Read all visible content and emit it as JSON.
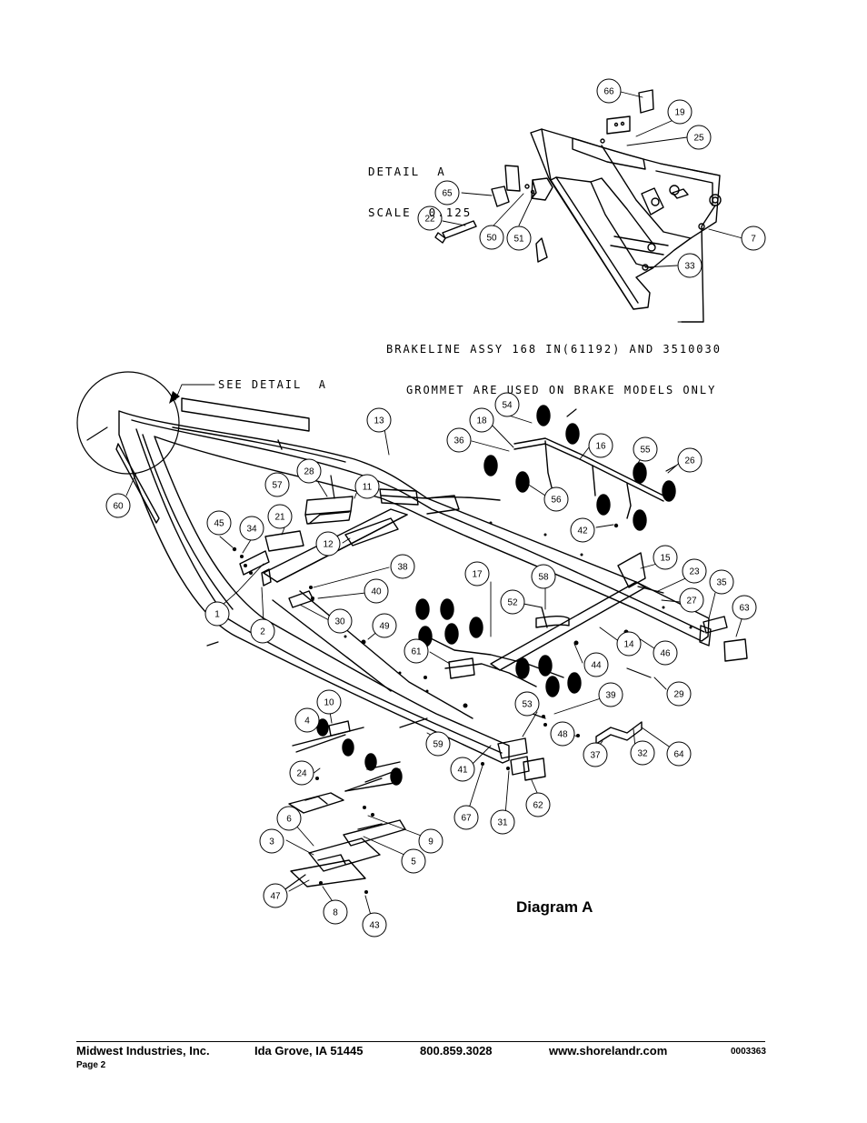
{
  "detail_note": {
    "line1": "DETAIL  A",
    "line2": "SCALE  0.125"
  },
  "brake_note": {
    "line1": "BRAKELINE ASSY 168 IN(61192) AND 3510030",
    "line2": "GROMMET ARE USED ON BRAKE MODELS ONLY"
  },
  "see_detail": "SEE DETAIL  A",
  "diagram_label": "Diagram A",
  "callouts": [
    "66",
    "19",
    "25",
    "65",
    "22",
    "50",
    "51",
    "7",
    "33",
    "60",
    "13",
    "18",
    "54",
    "36",
    "16",
    "55",
    "26",
    "57",
    "28",
    "11",
    "56",
    "42",
    "45",
    "34",
    "21",
    "12",
    "15",
    "23",
    "38",
    "40",
    "17",
    "58",
    "52",
    "35",
    "27",
    "63",
    "1",
    "2",
    "30",
    "49",
    "14",
    "46",
    "61",
    "44",
    "29",
    "39",
    "10",
    "4",
    "53",
    "48",
    "37",
    "32",
    "64",
    "59",
    "24",
    "41",
    "62",
    "67",
    "31",
    "6",
    "9",
    "3",
    "5",
    "47",
    "8",
    "43"
  ],
  "footer": {
    "company": "Midwest Industries, Inc.",
    "location": "Ida Grove, IA  51445",
    "phone": "800.859.3028",
    "website": "www.shorelandr.com",
    "doc_number": "0003363",
    "page": "Page 2"
  }
}
